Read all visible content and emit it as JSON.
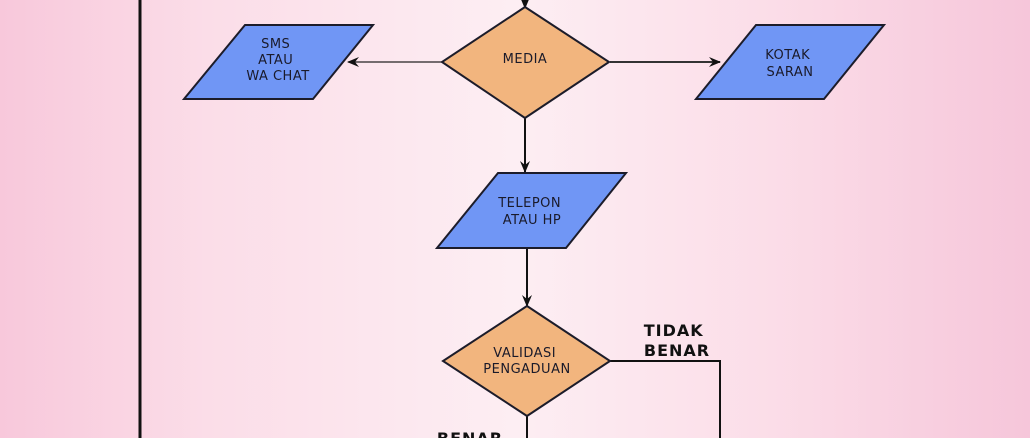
{
  "diagram": {
    "colors": {
      "decision_fill": "#f2b57e",
      "io_fill": "#7096f5",
      "stroke": "#1c1c2a",
      "line": "#111111"
    },
    "nodes": {
      "media": {
        "type": "decision",
        "lines": [
          "MEDIA"
        ]
      },
      "sms": {
        "type": "io",
        "lines": [
          "SMS",
          "ATAU",
          "WA CHAT"
        ]
      },
      "kotak": {
        "type": "io",
        "lines": [
          "KOTAK",
          "SARAN"
        ]
      },
      "telepon": {
        "type": "io",
        "lines": [
          "TELEPON",
          "ATAU HP"
        ]
      },
      "validasi": {
        "type": "decision",
        "lines": [
          "VALIDASI",
          "PENGADUAN"
        ]
      }
    },
    "edges": [
      {
        "from": "media",
        "to": "sms"
      },
      {
        "from": "media",
        "to": "kotak"
      },
      {
        "from": "media",
        "to": "telepon"
      },
      {
        "from": "telepon",
        "to": "validasi"
      },
      {
        "from": "validasi",
        "to": "offscreen-right",
        "label": "tidak_benar"
      },
      {
        "from": "validasi",
        "to": "offscreen-bottom",
        "label": "benar"
      }
    ],
    "labels": {
      "tidak_benar": [
        "TIDAK",
        "BENAR"
      ],
      "benar": [
        "BENAR"
      ]
    }
  }
}
